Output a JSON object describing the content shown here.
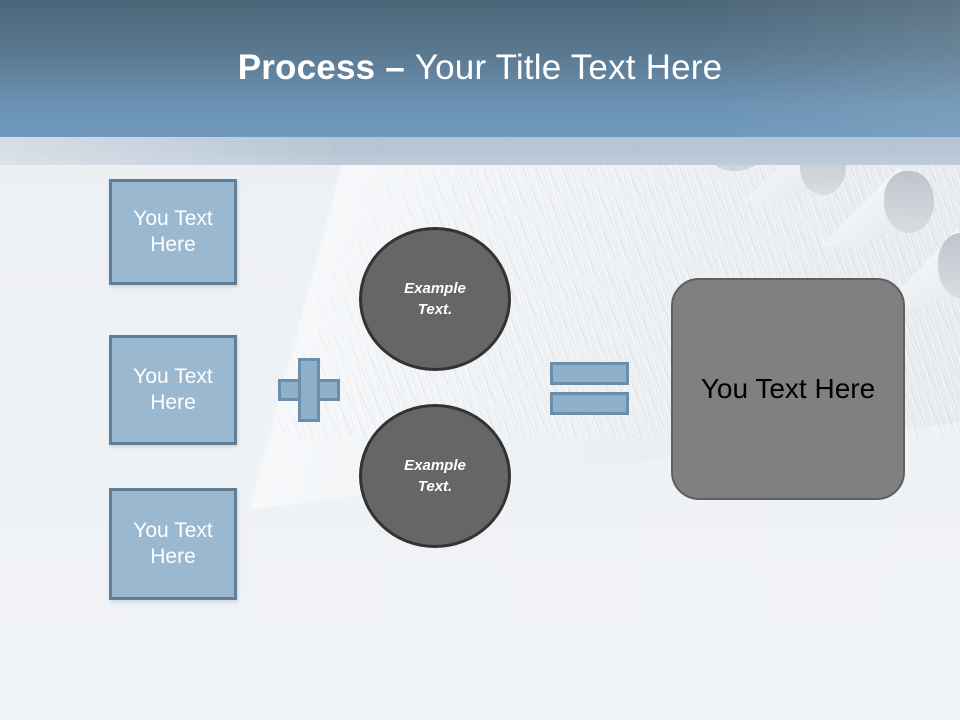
{
  "slide": {
    "title": {
      "strong": "Process",
      "separator": " – ",
      "rest": "Your Title Text Here"
    },
    "theme": {
      "header_top": "#4b6478",
      "header_bottom": "#7099bb",
      "band": "#b7c6d4",
      "accent_blue_fill": "#9ab8cf",
      "accent_blue_border": "#5f7f98",
      "operator_fill": "#8fb0cb",
      "operator_border": "#6d8eaa",
      "circle_fill": "#666666",
      "circle_border": "#333333",
      "result_fill": "#808080",
      "result_text": "#000000",
      "canvas": "#f0f3f6"
    },
    "input_boxes": [
      {
        "label": "You Text\nHere"
      },
      {
        "label": "You Text\nHere"
      },
      {
        "label": "You Text\nHere"
      }
    ],
    "operators": {
      "plus": "+",
      "equals": "="
    },
    "circles": [
      {
        "label": "Example\nText."
      },
      {
        "label": "Example\nText."
      }
    ],
    "result": {
      "label": "You Text Here"
    },
    "background": {
      "image_name": "circular-saw-blade-photo"
    }
  }
}
